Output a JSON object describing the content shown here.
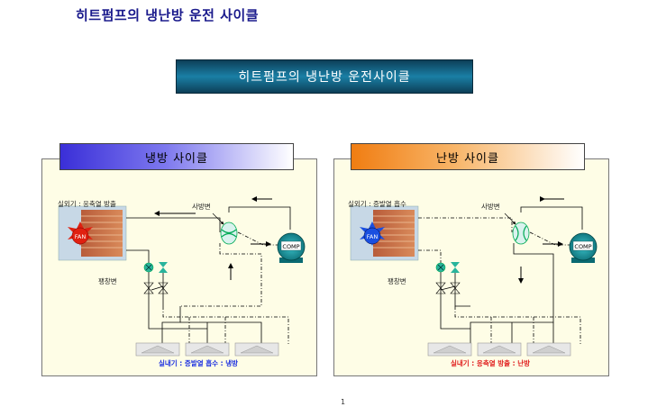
{
  "page_title": "히트펌프의 냉난방 운전 사이클",
  "banner": "히트펌프의 냉난방 운전사이클",
  "cooling": {
    "header": "냉방 사이클",
    "outdoor_label": "실외기 : 응축열 방출",
    "valve4_label": "사방변",
    "expansion_label": "팽창변",
    "fan_label": "FAN",
    "comp_label": "COMP",
    "caption": "실내기 : 증발열 흡수 : 냉방",
    "fan_color": "#e02010"
  },
  "heating": {
    "header": "난방 사이클",
    "outdoor_label": "실외기 : 증발열 흡수",
    "valve4_label": "사방변",
    "expansion_label": "팽창변",
    "fan_label": "FAN",
    "comp_label": "COMP",
    "caption": "실내기 : 응축열 방출 : 난방",
    "fan_color": "#1a4fe0"
  },
  "page_number": "1"
}
